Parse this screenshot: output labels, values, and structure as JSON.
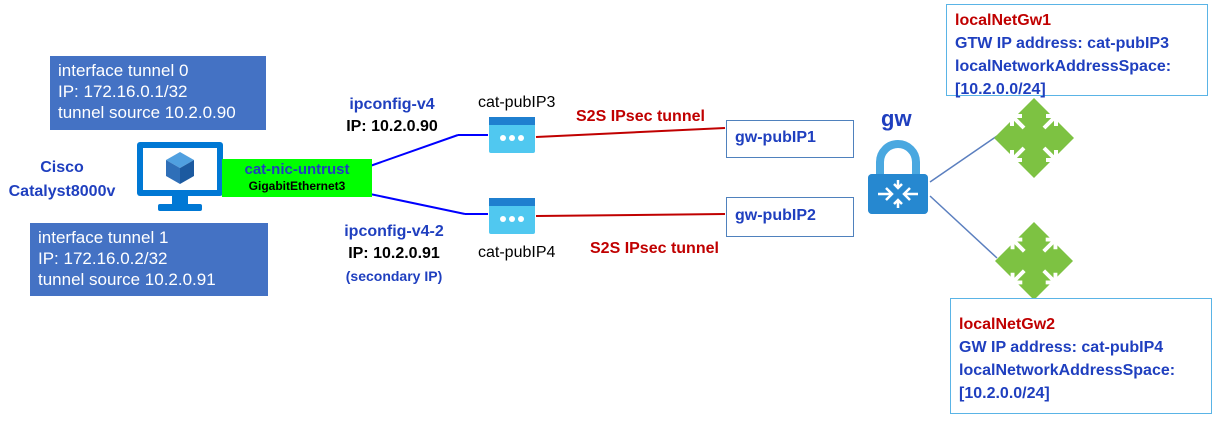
{
  "router": {
    "name_line1": "Cisco",
    "name_line2": "Catalyst8000v",
    "tunnel0": [
      "interface tunnel 0",
      "IP: 172.16.0.1/32",
      "tunnel source 10.2.0.90"
    ],
    "tunnel1": [
      "interface tunnel 1",
      "IP: 172.16.0.2/32",
      "tunnel source 10.2.0.91"
    ],
    "nic_name": "cat-nic-untrust",
    "nic_iface": "GigabitEthernet3"
  },
  "ipconfig1": {
    "name": "ipconfig-v4",
    "ip": "IP: 10.2.0.90"
  },
  "ipconfig2": {
    "name": "ipconfig-v4-2",
    "ip": "IP: 10.2.0.91",
    "note": "(secondary IP)"
  },
  "pubip3": "cat-pubIP3",
  "pubip4": "cat-pubIP4",
  "tunnel_label_1": "S2S IPsec tunnel",
  "tunnel_label_2": "S2S IPsec tunnel",
  "gw_pubip1": "gw-pubIP1",
  "gw_pubip2": "gw-pubIP2",
  "gw_label": "gw",
  "localNetGw1": {
    "title": "localNetGw1",
    "line1": "GTW IP address: cat-pubIP3",
    "line2": "localNetworkAddressSpace:",
    "line3": "[10.2.0.0/24]"
  },
  "localNetGw2": {
    "title": "localNetGw2",
    "line1": "GW IP address: cat-pubIP4",
    "line2": "localNetworkAddressSpace:",
    "line3": "[10.2.0.0/24]"
  },
  "colors": {
    "box_blue": "#4472c4",
    "label_navy": "#1f3fbf",
    "tunnel_red": "#c00000",
    "nic_green": "#00ff00",
    "router_green": "#7dc242",
    "azure_blue": "#0078d4"
  }
}
